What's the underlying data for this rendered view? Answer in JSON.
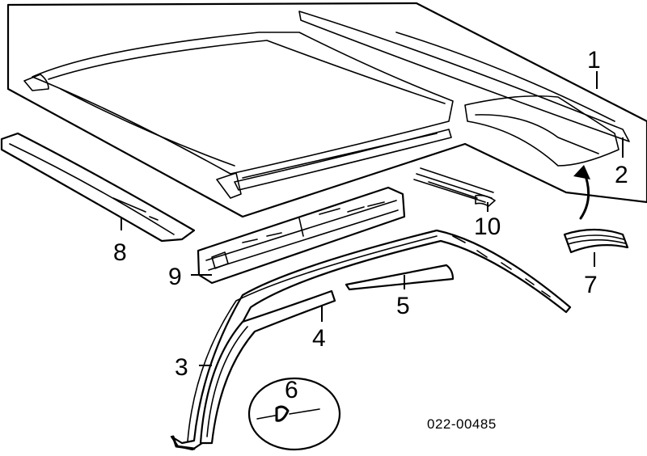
{
  "diagram": {
    "drawing_code": "022-00485",
    "callouts": [
      "1",
      "2",
      "3",
      "4",
      "5",
      "6",
      "7",
      "8",
      "9",
      "10"
    ]
  }
}
